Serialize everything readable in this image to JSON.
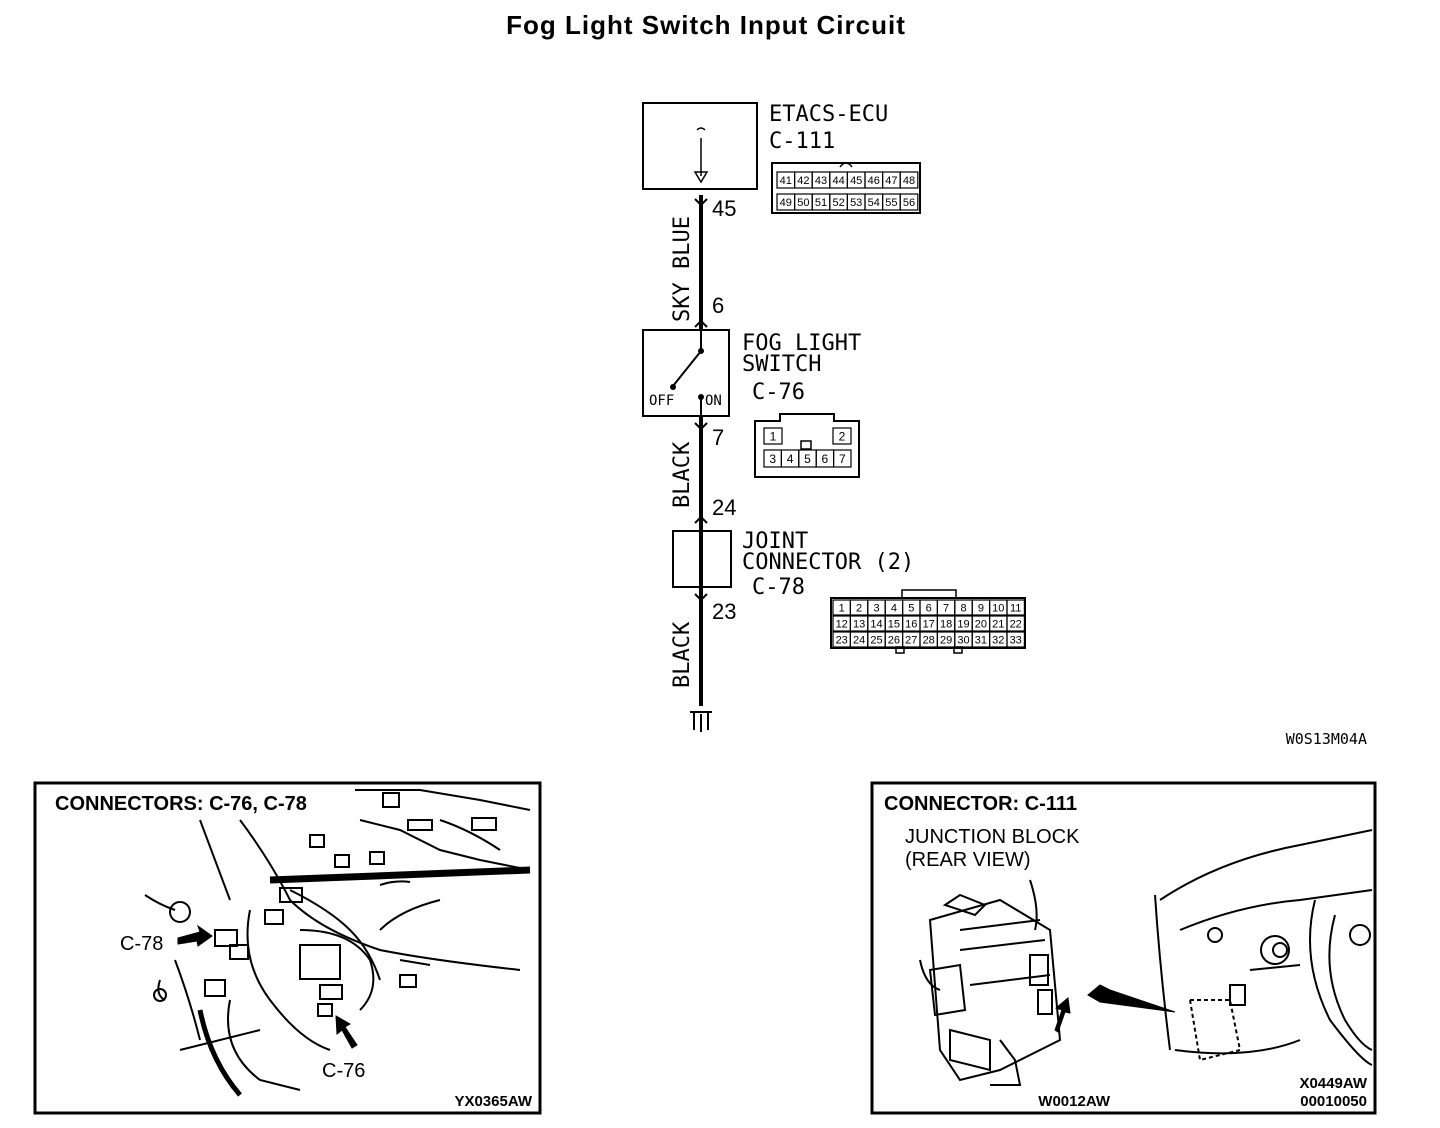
{
  "title": "Fog Light Switch Input Circuit",
  "diagram_code": "W0S13M04A",
  "etacs": {
    "name": "ETACS-ECU",
    "connector": "C-111",
    "pin_top": "45",
    "pins_row1": [
      "41",
      "42",
      "43",
      "44",
      "45",
      "46",
      "47",
      "48"
    ],
    "pins_row2": [
      "49",
      "50",
      "51",
      "52",
      "53",
      "54",
      "55",
      "56"
    ]
  },
  "wire1": {
    "color": "SKY BLUE"
  },
  "fog_switch": {
    "line1": "FOG LIGHT",
    "line2": "SWITCH",
    "connector": "C-76",
    "pin_top": "6",
    "pin_bottom": "7",
    "off_label": "OFF",
    "on_label": "ON",
    "pins_top": [
      "1",
      "2"
    ],
    "pins_bottom": [
      "3",
      "4",
      "5",
      "6",
      "7"
    ]
  },
  "wire2": {
    "color": "BLACK"
  },
  "joint": {
    "line1": "JOINT",
    "line2": "CONNECTOR (2)",
    "connector": "C-78",
    "pin_top": "24",
    "pin_bottom": "23",
    "rows": [
      [
        "1",
        "2",
        "3",
        "4",
        "5",
        "6",
        "7",
        "8",
        "9",
        "10",
        "11"
      ],
      [
        "12",
        "13",
        "14",
        "15",
        "16",
        "17",
        "18",
        "19",
        "20",
        "21",
        "22"
      ],
      [
        "23",
        "24",
        "25",
        "26",
        "27",
        "28",
        "29",
        "30",
        "31",
        "32",
        "33"
      ]
    ]
  },
  "wire3": {
    "color": "BLACK"
  },
  "panel_left": {
    "heading": "CONNECTORS: C-76, C-78",
    "callout_c78": "C-78",
    "callout_c76": "C-76",
    "code": "YX0365AW"
  },
  "panel_right": {
    "heading": "CONNECTOR: C-111",
    "sub1": "JUNCTION BLOCK",
    "sub2": "(REAR VIEW)",
    "code1": "W0012AW",
    "code2": "X0449AW",
    "code3": "00010050"
  }
}
